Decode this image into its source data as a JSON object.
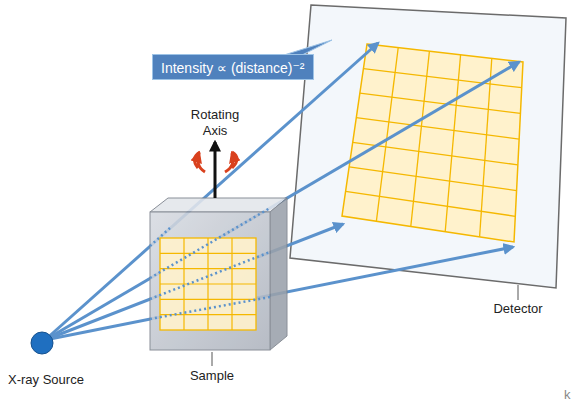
{
  "diagram": {
    "nodes": [
      {
        "text": [
          "Intensity ∝ (distance)⁻²"
        ]
      }
    ],
    "labels": [
      "Rotating Axis",
      "Sample",
      "Detector",
      "X-ray Source",
      "k"
    ]
  }
}
